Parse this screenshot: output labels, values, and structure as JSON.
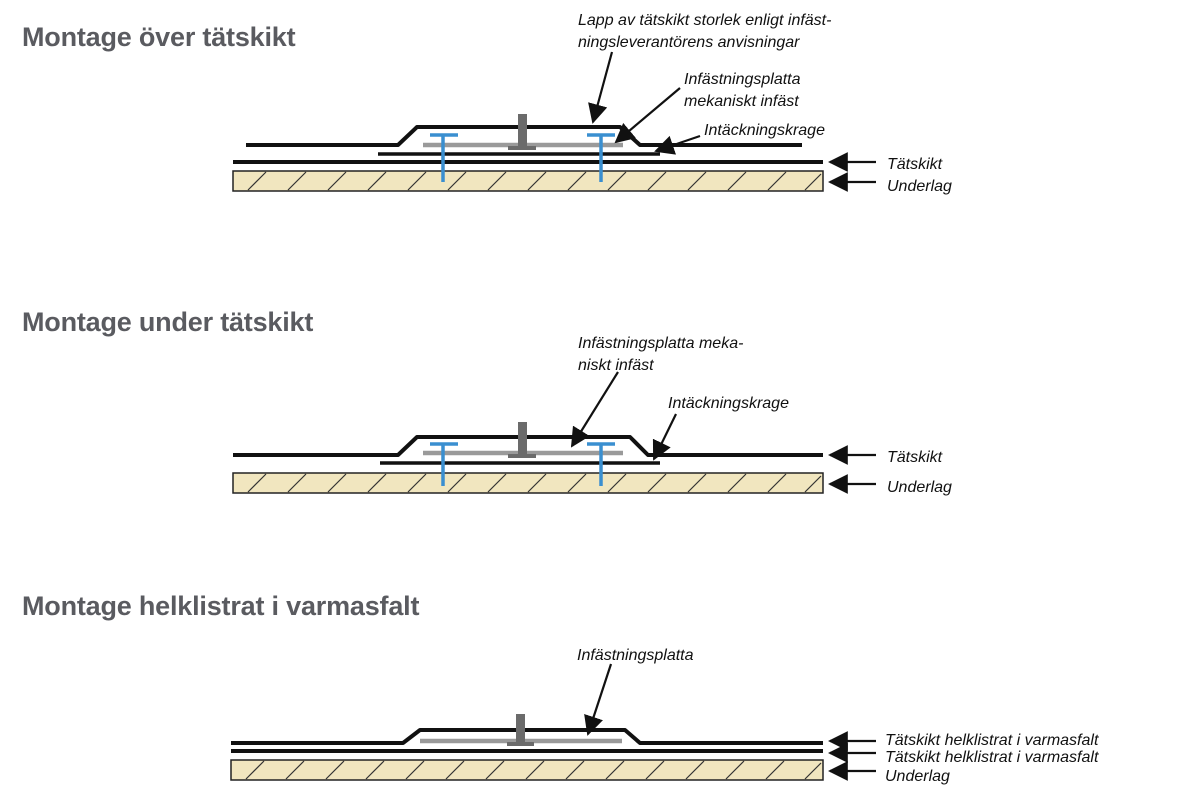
{
  "sections": [
    {
      "title": "Montage över tätskikt",
      "callouts": {
        "patch_line1": "Lapp av tätskikt storlek enligt infäst-",
        "patch_line2": "ningsleverantörens anvisningar",
        "plate_line1": "Infästningsplatta",
        "plate_line2": "mekaniskt infäst",
        "collar": "Intäckningskrage"
      },
      "right_labels": [
        "Tätskikt",
        "Underlag"
      ]
    },
    {
      "title": "Montage under tätskikt",
      "callouts": {
        "plate_line1": "Infästningsplatta meka-",
        "plate_line2": "niskt infäst",
        "collar": "Intäckningskrage"
      },
      "right_labels": [
        "Tätskikt",
        "Underlag"
      ]
    },
    {
      "title": "Montage helklistrat i varmasfalt",
      "callouts": {
        "plate": "Infästningsplatta"
      },
      "right_labels": [
        "Tätskikt helklistrat i varmasfalt",
        "Tätskikt helklistrat i varmasfalt",
        "Underlag"
      ]
    }
  ],
  "colors": {
    "title": "#5a5b60",
    "membrane": "#111111",
    "plate": "#9a9a9a",
    "fastener": "#3a8fd0",
    "substrate_fill": "#f1e6bf",
    "hatch": "#333333"
  }
}
